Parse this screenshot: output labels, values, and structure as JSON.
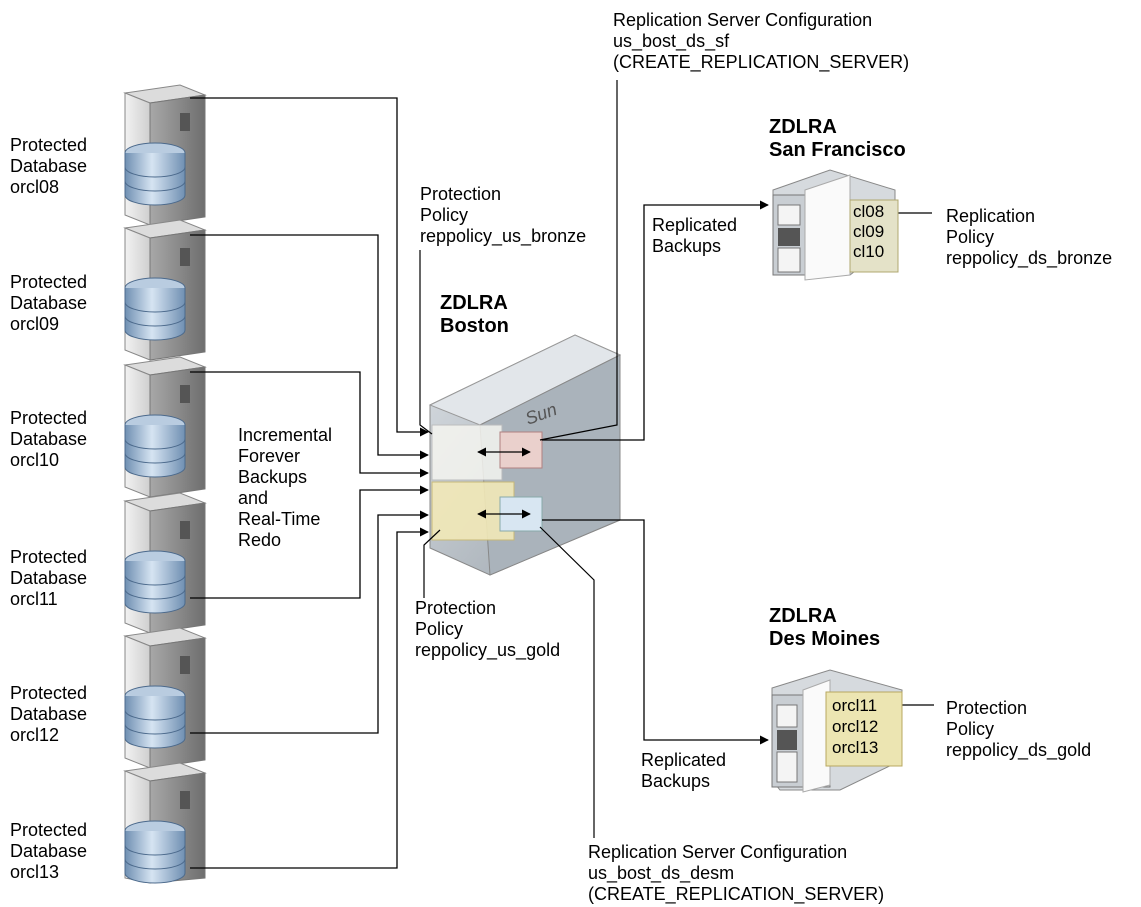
{
  "databases": [
    {
      "lines": [
        "Protected",
        "Database",
        "orcl08"
      ]
    },
    {
      "lines": [
        "Protected",
        "Database",
        "orcl09"
      ]
    },
    {
      "lines": [
        "Protected",
        "Database",
        "orcl10"
      ]
    },
    {
      "lines": [
        "Protected",
        "Database",
        "orcl11"
      ]
    },
    {
      "lines": [
        "Protected",
        "Database",
        "orcl12"
      ]
    },
    {
      "lines": [
        "Protected",
        "Database",
        "orcl13"
      ]
    }
  ],
  "backups_label": [
    "Incremental",
    "Forever",
    "Backups",
    "and",
    "Real-Time",
    "Redo"
  ],
  "boston": {
    "title": [
      "ZDLRA",
      "Boston"
    ]
  },
  "policy_bronze": [
    "Protection",
    "Policy",
    "reppolicy_us_bronze"
  ],
  "policy_gold": [
    "Protection",
    "Policy",
    "reppolicy_us_gold"
  ],
  "rs_sf": [
    "Replication Server Configuration",
    "us_bost_ds_sf",
    "(CREATE_REPLICATION_SERVER)"
  ],
  "rs_desm": [
    "Replication Server Configuration",
    "us_bost_ds_desm",
    "(CREATE_REPLICATION_SERVER)"
  ],
  "san_francisco": {
    "title": [
      "ZDLRA",
      "San Francisco"
    ],
    "dbs": [
      "cl08",
      "cl09",
      "cl10"
    ],
    "replicated": [
      "Replicated",
      "Backups"
    ],
    "policy": [
      "Replication",
      "Policy",
      "reppolicy_ds_bronze"
    ]
  },
  "des_moines": {
    "title": [
      "ZDLRA",
      "Des Moines"
    ],
    "dbs": [
      "orcl11",
      "orcl12",
      "orcl13"
    ],
    "replicated": [
      "Replicated",
      "Backups"
    ],
    "policy": [
      "Protection",
      "Policy",
      "reppolicy_ds_gold"
    ]
  },
  "colors": {
    "line": "#000000",
    "server_light": "#e8e8e8",
    "server_dark": "#8a8a8a",
    "db_blue": "#9fb8d4",
    "gold_box": "#e8e0a8",
    "pink_box": "#e8c8c8"
  }
}
